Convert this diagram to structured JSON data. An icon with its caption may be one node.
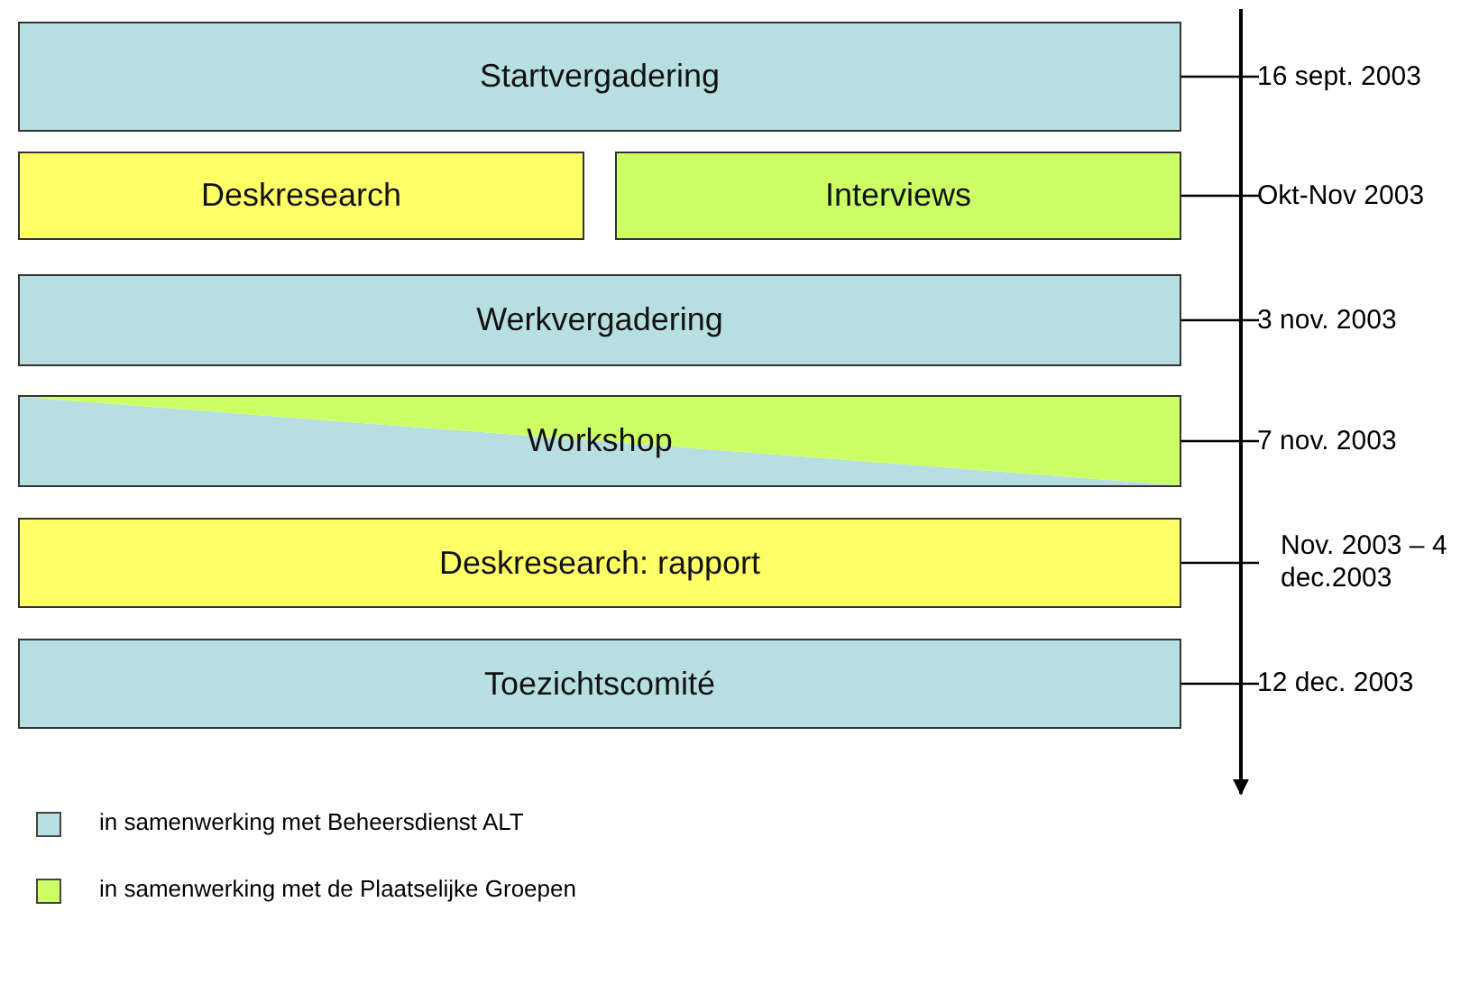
{
  "diagram": {
    "nodes": [
      {
        "text": [
          "Startvergadering"
        ],
        "beside": [
          "16 sept. 2003"
        ]
      },
      {
        "text": [
          "Deskresearch"
        ]
      },
      {
        "text": [
          "Interviews"
        ],
        "beside": [
          "Okt-Nov 2003"
        ]
      },
      {
        "text": [
          "Werkvergadering"
        ],
        "beside": [
          "3 nov. 2003"
        ]
      },
      {
        "text": [
          "Workshop"
        ],
        "beside": [
          "7 nov. 2003"
        ]
      },
      {
        "text": [
          "Deskresearch: rapport"
        ],
        "beside": [
          "Nov. 2003 – 4 dec.2003"
        ]
      },
      {
        "text": [
          "Toezichtscomité"
        ],
        "beside": [
          "12 dec. 2003"
        ]
      }
    ],
    "edges": [],
    "legend": [
      {
        "text": "in samenwerking met Beheersdienst ALT",
        "color": "#b7dee0"
      },
      {
        "text": "in samenwerking met de Plaatselijke Groepen",
        "color": "#ccff66"
      }
    ]
  }
}
